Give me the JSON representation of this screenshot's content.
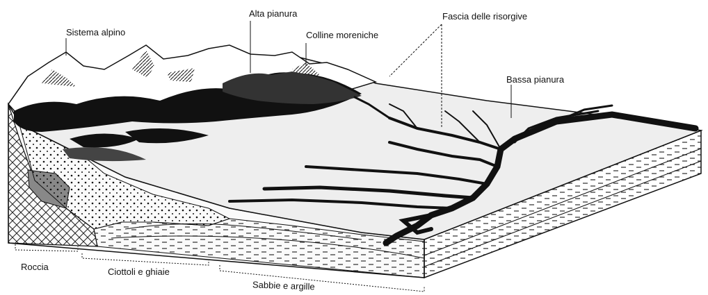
{
  "labels": {
    "sistema_alpino": "Sistema alpino",
    "alta_pianura": "Alta pianura",
    "colline_moreniche": "Colline moreniche",
    "fascia_risorgive": "Fascia delle risorgive",
    "bassa_pianura": "Bassa pianura",
    "roccia": "Roccia",
    "ciottoli_ghiaie": "Ciottoli e ghiaie",
    "sabbie_argille": "Sabbie e argille"
  },
  "colors": {
    "ink": "#111111",
    "paper": "#ffffff",
    "plain": "#eeeeee",
    "side": "#f5f5f5",
    "gray_rock": "#888888"
  }
}
